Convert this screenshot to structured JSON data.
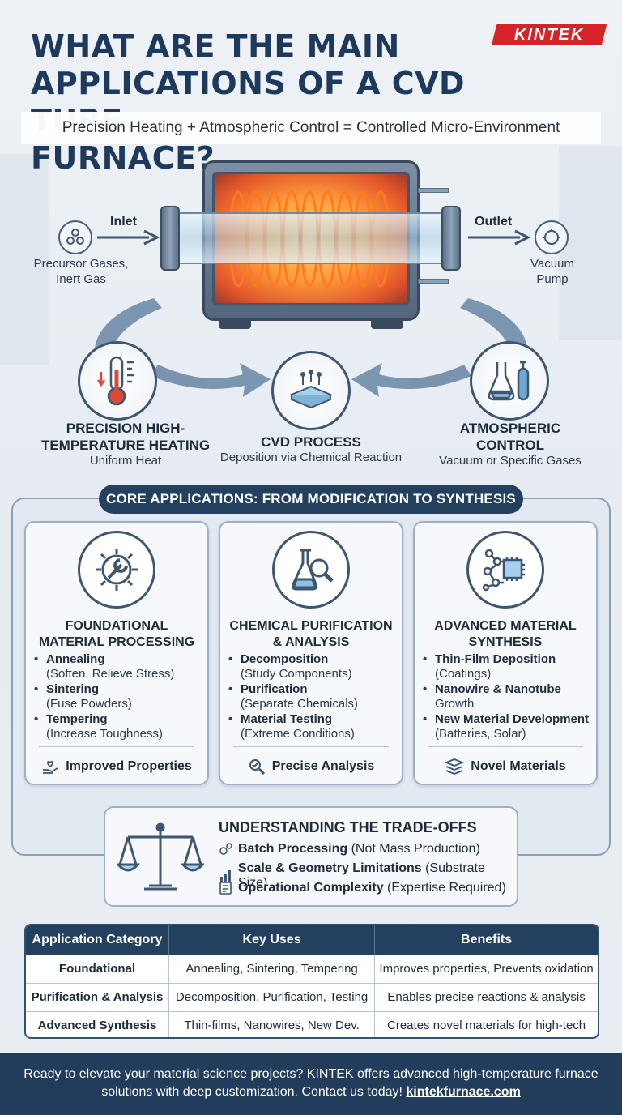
{
  "header": {
    "title": "WHAT ARE THE MAIN\nAPPLICATIONS OF A CVD TUBE\nFURNACE?",
    "brand": "KINTEK",
    "subtitle": "Precision Heating + Atmospheric Control = Controlled Micro-Environment"
  },
  "diagram": {
    "inlet_label": "Inlet",
    "inlet_desc": "Precursor Gases,\nInert Gas",
    "outlet_label": "Outlet",
    "outlet_desc": "Vacuum\nPump",
    "nodes": [
      {
        "title": "PRECISION HIGH-\nTEMPERATURE HEATING",
        "sub": "Uniform Heat",
        "icon": "thermometer-icon"
      },
      {
        "title": "CVD PROCESS",
        "sub": "Deposition via Chemical Reaction",
        "icon": "wafer-icon"
      },
      {
        "title": "ATMOSPHERIC\nCONTROL",
        "sub": "Vacuum or Specific Gases",
        "icon": "gas-cylinder-icon"
      }
    ]
  },
  "core": {
    "heading": "CORE APPLICATIONS: FROM MODIFICATION TO SYNTHESIS",
    "cards": [
      {
        "title": "FOUNDATIONAL\nMATERIAL PROCESSING",
        "icon": "gear-wrench-icon",
        "items": [
          {
            "name": "Annealing",
            "desc": "(Soften, Relieve Stress)"
          },
          {
            "name": "Sintering",
            "desc": "(Fuse Powders)"
          },
          {
            "name": "Tempering",
            "desc": "(Increase Toughness)"
          }
        ],
        "footer": "Improved Properties",
        "footer_icon": "heart-hand-icon"
      },
      {
        "title": "CHEMICAL PURIFICATION\n& ANALYSIS",
        "icon": "flask-magnifier-icon",
        "items": [
          {
            "name": "Decomposition",
            "desc": "(Study Components)"
          },
          {
            "name": "Purification",
            "desc": "(Separate Chemicals)"
          },
          {
            "name": "Material Testing",
            "desc": "(Extreme Conditions)"
          }
        ],
        "footer": "Precise Analysis",
        "footer_icon": "magnifier-icon"
      },
      {
        "title": "ADVANCED MATERIAL\nSYNTHESIS",
        "icon": "molecule-chip-icon",
        "items": [
          {
            "name": "Thin-Film Deposition",
            "desc": "(Coatings)"
          },
          {
            "name": "Nanowire & Nanotube",
            "desc": "Growth"
          },
          {
            "name": "New Material Development",
            "desc": "(Batteries, Solar)"
          }
        ],
        "footer": "Novel Materials",
        "footer_icon": "layers-icon"
      }
    ]
  },
  "tradeoffs": {
    "title": "UNDERSTANDING THE TRADE-OFFS",
    "rows": [
      {
        "bold": "Batch Processing",
        "rest": " (Not Mass Production)",
        "icon": "gears-icon"
      },
      {
        "bold": "Scale & Geometry Limitations",
        "rest": " (Substrate Size)",
        "icon": "bar-chart-icon"
      },
      {
        "bold": "Operational Complexity",
        "rest": " (Expertise Required)",
        "icon": "checklist-icon"
      }
    ]
  },
  "table": {
    "headers": [
      "Application Category",
      "Key Uses",
      "Benefits"
    ],
    "rows": [
      [
        "Foundational",
        "Annealing, Sintering, Tempering",
        "Improves properties, Prevents oxidation"
      ],
      [
        "Purification & Analysis",
        "Decomposition, Purification, Testing",
        "Enables precise reactions & analysis"
      ],
      [
        "Advanced Synthesis",
        "Thin-films, Nanowires, New Dev.",
        "Creates novel materials for high-tech"
      ]
    ]
  },
  "footer": {
    "text": "Ready to elevate your material science projects? KINTEK offers advanced high-temperature furnace solutions with deep customization. Contact us today! ",
    "link": "kintekfurnace.com"
  },
  "colors": {
    "navy": "#24405f",
    "brand_red": "#d6232a",
    "heat_orange": "#ff9b3d"
  }
}
